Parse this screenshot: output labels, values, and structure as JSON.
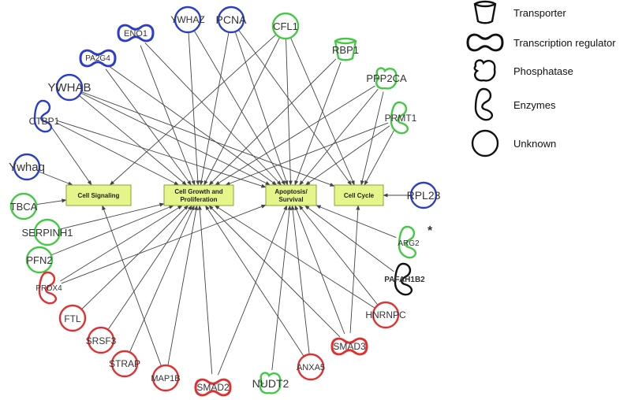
{
  "colors": {
    "up": "#e03030",
    "down": "#2a3ec8",
    "mixed": "#44c944",
    "other": "#111111",
    "box_fill": "#e6f58a",
    "box_stroke": "#8aa23a",
    "edge": "#444444"
  },
  "categories": [
    {
      "id": "sig",
      "label_lines": [
        "Cell Signaling"
      ]
    },
    {
      "id": "gro",
      "label_lines": [
        "Cell Growth and",
        "Proliferation"
      ]
    },
    {
      "id": "apo",
      "label_lines": [
        "Apoptosis/",
        "Survival"
      ]
    },
    {
      "id": "cyc",
      "label_lines": [
        "Cell Cycle"
      ]
    }
  ],
  "nodes": [
    {
      "id": "YWHAZ",
      "label": "YWHAZ",
      "shape": "circle",
      "color": "down"
    },
    {
      "id": "PCNA",
      "label": "PCNA",
      "shape": "circle",
      "color": "down"
    },
    {
      "id": "CFL1",
      "label": "CFL1",
      "shape": "circle",
      "color": "mixed"
    },
    {
      "id": "ENO1",
      "label": "ENO1",
      "shape": "peanut",
      "color": "down"
    },
    {
      "id": "PA2G4",
      "label": "PA2G4",
      "shape": "peanut",
      "color": "down"
    },
    {
      "id": "YWHAB",
      "label": "YWHAB",
      "shape": "circle",
      "color": "down"
    },
    {
      "id": "CTBP1",
      "label": "CTBP1",
      "shape": "enzyme",
      "color": "down"
    },
    {
      "id": "Ywhaq",
      "label": "Ywhaq",
      "shape": "circle",
      "color": "down"
    },
    {
      "id": "TBCA",
      "label": "TBCA",
      "shape": "circle",
      "color": "mixed"
    },
    {
      "id": "SERPINH1",
      "label": "SERPINH1",
      "shape": "circle",
      "color": "mixed"
    },
    {
      "id": "PFN2",
      "label": "PFN2",
      "shape": "circle",
      "color": "mixed"
    },
    {
      "id": "PRDX4",
      "label": "PRDX4",
      "shape": "enzyme",
      "color": "up"
    },
    {
      "id": "FTL",
      "label": "FTL",
      "shape": "circle",
      "color": "up"
    },
    {
      "id": "SRSF3",
      "label": "SRSF3",
      "shape": "circle",
      "color": "up"
    },
    {
      "id": "STRAP",
      "label": "STRAP",
      "shape": "circle",
      "color": "up"
    },
    {
      "id": "MAP1B",
      "label": "MAP1B",
      "shape": "circle",
      "color": "up"
    },
    {
      "id": "SMAD2",
      "label": "SMAD2",
      "shape": "peanut",
      "color": "up"
    },
    {
      "id": "NUDT2",
      "label": "NUDT2",
      "shape": "phosphatase",
      "color": "mixed"
    },
    {
      "id": "ANXA5",
      "label": "ANXA5",
      "shape": "circle",
      "color": "up"
    },
    {
      "id": "SMAD3",
      "label": "SMAD3",
      "shape": "peanut",
      "color": "up"
    },
    {
      "id": "HNRNPC",
      "label": "HNRNPC",
      "shape": "circle",
      "color": "up"
    },
    {
      "id": "PAFAH1B2",
      "label": "PAFAH1B2",
      "shape": "enzyme",
      "color": "other"
    },
    {
      "id": "ARG2",
      "label": "ARG2",
      "shape": "enzyme",
      "color": "mixed",
      "mark": "*"
    },
    {
      "id": "RPL23",
      "label": "RPL23",
      "shape": "circle",
      "color": "down"
    },
    {
      "id": "PRMT1",
      "label": "PRMT1",
      "shape": "enzyme",
      "color": "mixed"
    },
    {
      "id": "PPP2CA",
      "label": "PPP2CA",
      "shape": "phosphatase",
      "color": "mixed"
    },
    {
      "id": "RBP1",
      "label": "RBP1",
      "shape": "transporter",
      "color": "mixed"
    }
  ],
  "edges": [
    [
      "ENO1",
      "gro"
    ],
    [
      "ENO1",
      "apo"
    ],
    [
      "YWHAZ",
      "gro"
    ],
    [
      "YWHAZ",
      "apo"
    ],
    [
      "PCNA",
      "gro"
    ],
    [
      "PCNA",
      "apo"
    ],
    [
      "PCNA",
      "cyc"
    ],
    [
      "CFL1",
      "sig"
    ],
    [
      "CFL1",
      "gro"
    ],
    [
      "CFL1",
      "apo"
    ],
    [
      "CFL1",
      "cyc"
    ],
    [
      "PA2G4",
      "gro"
    ],
    [
      "PA2G4",
      "apo"
    ],
    [
      "YWHAB",
      "gro"
    ],
    [
      "YWHAB",
      "apo"
    ],
    [
      "YWHAB",
      "cyc"
    ],
    [
      "CTBP1",
      "sig"
    ],
    [
      "CTBP1",
      "gro"
    ],
    [
      "CTBP1",
      "apo"
    ],
    [
      "Ywhaq",
      "sig"
    ],
    [
      "TBCA",
      "sig"
    ],
    [
      "SERPINH1",
      "gro"
    ],
    [
      "PFN2",
      "gro"
    ],
    [
      "PRDX4",
      "gro"
    ],
    [
      "PRDX4",
      "apo"
    ],
    [
      "FTL",
      "gro"
    ],
    [
      "SRSF3",
      "gro"
    ],
    [
      "STRAP",
      "gro"
    ],
    [
      "MAP1B",
      "sig"
    ],
    [
      "MAP1B",
      "gro"
    ],
    [
      "SMAD2",
      "gro"
    ],
    [
      "SMAD2",
      "apo"
    ],
    [
      "NUDT2",
      "apo"
    ],
    [
      "ANXA5",
      "gro"
    ],
    [
      "ANXA5",
      "apo"
    ],
    [
      "SMAD3",
      "gro"
    ],
    [
      "SMAD3",
      "apo"
    ],
    [
      "SMAD3",
      "cyc"
    ],
    [
      "HNRNPC",
      "gro"
    ],
    [
      "HNRNPC",
      "apo"
    ],
    [
      "PAFAH1B2",
      "apo"
    ],
    [
      "ARG2",
      "apo"
    ],
    [
      "RPL23",
      "cyc"
    ],
    [
      "PRMT1",
      "gro"
    ],
    [
      "PRMT1",
      "apo"
    ],
    [
      "PRMT1",
      "cyc"
    ],
    [
      "PPP2CA",
      "gro"
    ],
    [
      "PPP2CA",
      "apo"
    ],
    [
      "PPP2CA",
      "cyc"
    ],
    [
      "RBP1",
      "gro"
    ],
    [
      "RBP1",
      "apo"
    ]
  ],
  "legend": [
    {
      "shape": "transporter",
      "label": "Transporter"
    },
    {
      "shape": "peanut",
      "label": "Transcription regulator"
    },
    {
      "shape": "phosphatase",
      "label": "Phosphatase"
    },
    {
      "shape": "enzyme",
      "label": "Enzymes"
    },
    {
      "shape": "circle",
      "label": "Unknown"
    }
  ]
}
